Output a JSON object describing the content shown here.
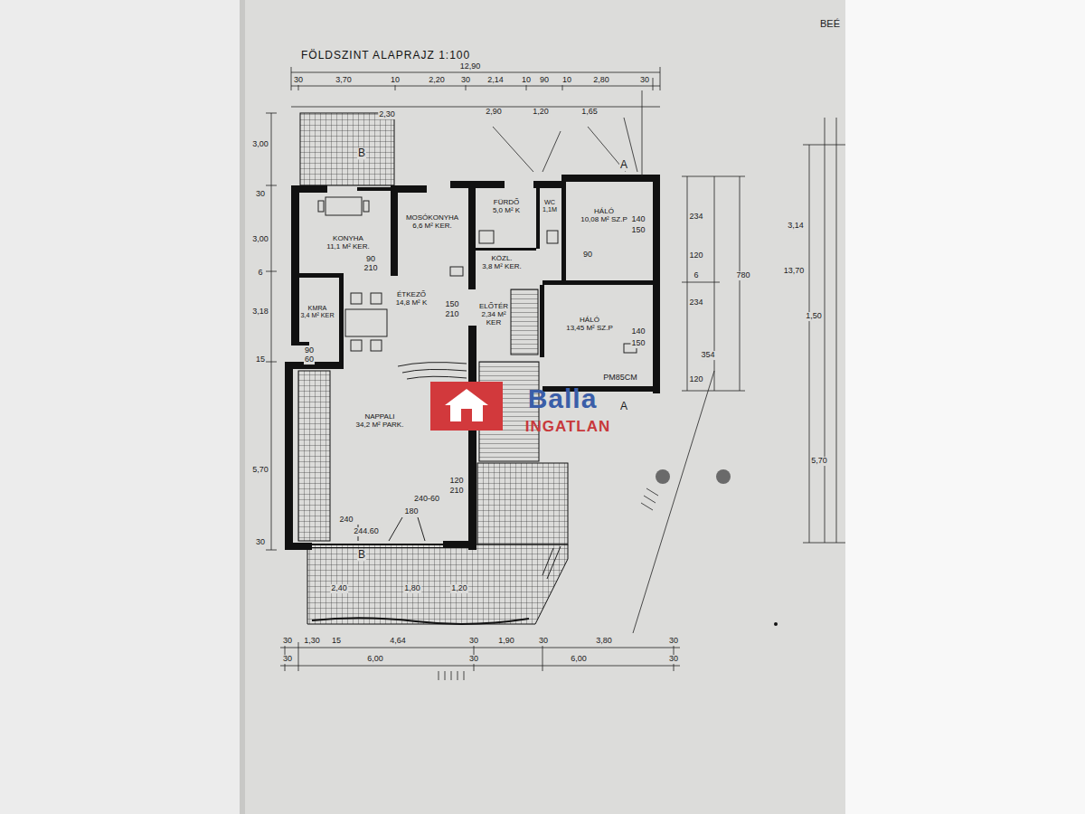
{
  "diagram": {
    "title": "FÖLDSZINT ALAPRAJZ 1:100",
    "nodes": [
      {
        "text": [
          "KONYHA",
          "11,1 M² KER."
        ]
      },
      {
        "text": [
          "MOSÓKONYHA",
          "6,6 M² KER."
        ]
      },
      {
        "text": [
          "FÜRDŐ",
          "5,0 M² K"
        ]
      },
      {
        "text": [
          "WC",
          "1,1M"
        ]
      },
      {
        "text": [
          "HÁLÓ",
          "10,08 M² SZ.P"
        ]
      },
      {
        "text": [
          "KÖZL.",
          "3,8 M² KER."
        ]
      },
      {
        "text": [
          "KMRA",
          "3,4 M² KER"
        ]
      },
      {
        "text": [
          "ÉTKEZŐ",
          "14,8 M² K"
        ]
      },
      {
        "text": [
          "ELŐTÉR",
          "2,34 M² KER"
        ]
      },
      {
        "text": [
          "HÁLÓ",
          "13,45 M² SZ.P"
        ]
      },
      {
        "text": [
          "NAPPALI",
          "34,2 M² PARK."
        ]
      }
    ],
    "labels": [
      "BEÉ",
      "12,90",
      "30",
      "3,70",
      "10",
      "2,20",
      "30",
      "2,14",
      "10",
      "90",
      "10",
      "2,80",
      "30",
      "2,30",
      "2,90",
      "1,20",
      "1,65",
      "B",
      "A",
      "90",
      "210",
      "150",
      "210",
      "90",
      "140",
      "150",
      "140",
      "150",
      "PM85CM",
      "A",
      "90",
      "60",
      "120",
      "210",
      "240",
      "244.60",
      "180",
      "240-60",
      "B",
      "2,40",
      "1,80",
      "1,20",
      "3,00",
      "30",
      "3,00",
      "6",
      "3,18",
      "15",
      "5,70",
      "30",
      "30",
      "1,30",
      "15",
      "4,64",
      "30",
      "1,90",
      "30",
      "3,80",
      "30",
      "30",
      "6,00",
      "30",
      "6,00",
      "30",
      "234",
      "120",
      "6",
      "234",
      "354",
      "120",
      "780",
      "3,14",
      "13,70",
      "1,50",
      "5,70",
      "Balla",
      "INGATLAN"
    ]
  }
}
